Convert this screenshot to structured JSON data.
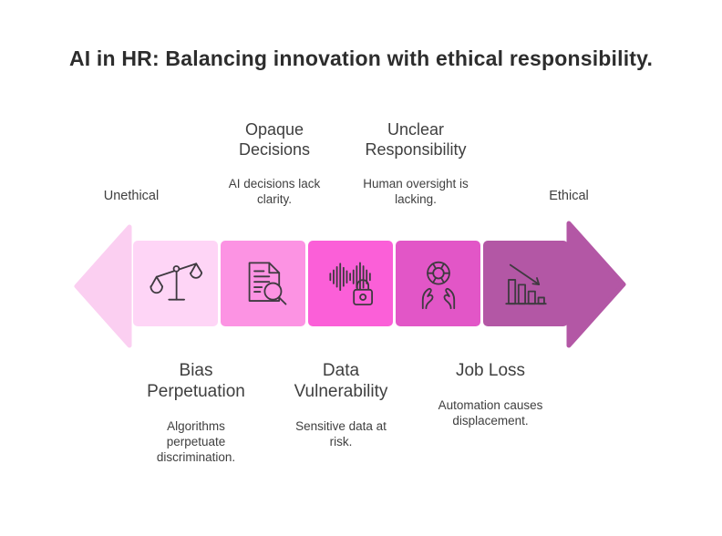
{
  "title": "AI in HR: Balancing innovation with ethical responsibility.",
  "scale": {
    "left": "Unethical",
    "right": "Ethical"
  },
  "top_labels": [
    {
      "heading": "Opaque\nDecisions",
      "description": "AI decisions lack\nclarity."
    },
    {
      "heading": "Unclear\nResponsibility",
      "description": "Human oversight is\nlacking."
    }
  ],
  "bottom_labels": [
    {
      "heading": "Bias\nPerpetuation",
      "description": "Algorithms\nperpetuate\ndiscrimination."
    },
    {
      "heading": "Data\nVulnerability",
      "description": "Sensitive data at\nrisk."
    },
    {
      "heading": "Job Loss",
      "description": "Automation causes\ndisplacement."
    }
  ],
  "segments": [
    {
      "icon": "balance-scale-icon",
      "color": "#fed5f6"
    },
    {
      "icon": "document-search-icon",
      "color": "#fc93e3"
    },
    {
      "icon": "audio-wave-lock-icon",
      "color": "#fb5fd8"
    },
    {
      "icon": "hands-lifebuoy-icon",
      "color": "#e256c7"
    },
    {
      "icon": "declining-bar-chart-icon",
      "color": "#b357a5"
    }
  ],
  "colors": {
    "left_arrow": "#fbcff1",
    "right_arrow": "#b357a5",
    "icon_stroke": "#3f3a40",
    "title": "#2d2d2d",
    "text": "#3f3f3f",
    "background": "#ffffff"
  }
}
